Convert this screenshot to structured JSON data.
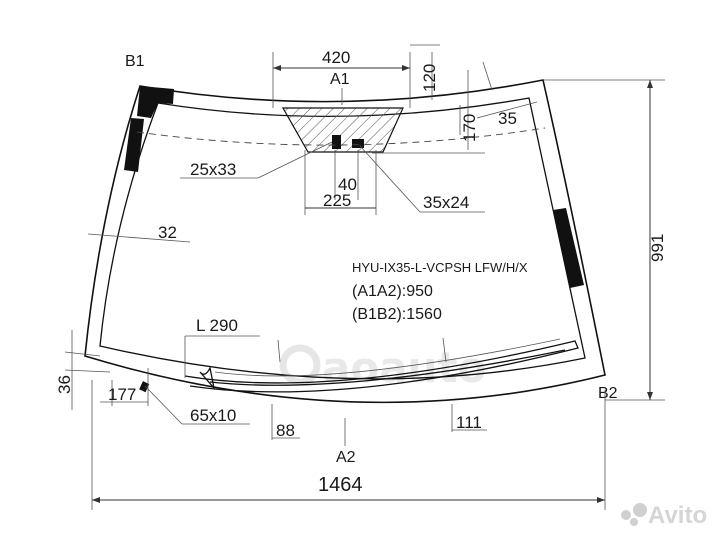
{
  "labels": {
    "b1": "B1",
    "b2": "B2",
    "a1": "A1",
    "a2": "A2"
  },
  "dimensions": {
    "top_width": "420",
    "top_depth": "120",
    "sensor_depth": "170",
    "edge_35": "35",
    "sensor_block": "25x33",
    "gap_40": "40",
    "span_225": "225",
    "camera_block": "35x24",
    "side_32": "32",
    "height": "991",
    "bottom_width": "1464",
    "l290": "L 290",
    "left_36": "36",
    "left_177": "177",
    "bottom_65x10": "65x10",
    "bottom_88": "88",
    "bottom_111": "111"
  },
  "spec": {
    "model": "HYU-IX35-L-VCPSH LFW/H/X",
    "a1a2": "(A1A2):950",
    "b1b2": "(B1B2):1560"
  },
  "watermarks": {
    "brand": "aoauto",
    "site": "Avito"
  }
}
